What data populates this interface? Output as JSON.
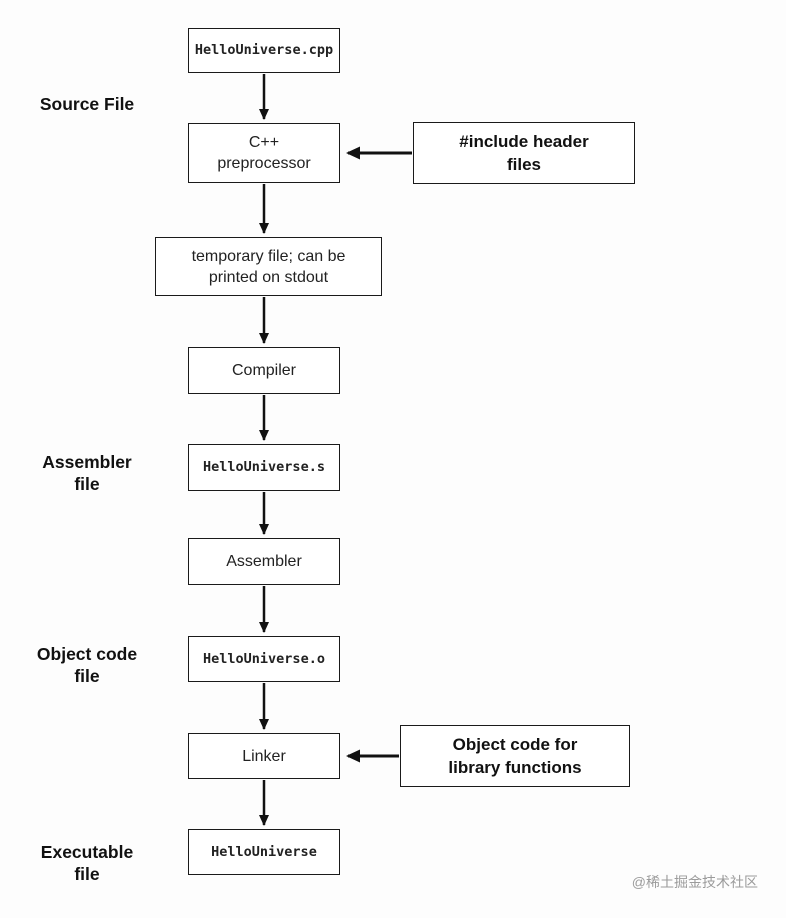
{
  "diagram": {
    "nodes": {
      "source_file": {
        "text": "HelloUniverse.cpp"
      },
      "preprocessor": {
        "line1": "C++",
        "line2": "preprocessor"
      },
      "include_headers": {
        "line1": "#include header",
        "line2": "files"
      },
      "temp_file": {
        "line1": "temporary file; can be",
        "line2": "printed on stdout"
      },
      "compiler": {
        "text": "Compiler"
      },
      "assembly_file": {
        "text": "HelloUniverse.s"
      },
      "assembler": {
        "text": "Assembler"
      },
      "object_file": {
        "text": "HelloUniverse.o"
      },
      "linker": {
        "text": "Linker"
      },
      "object_lib": {
        "line1": "Object code for",
        "line2": "library functions"
      },
      "executable": {
        "text": "HelloUniverse"
      }
    },
    "side_labels": {
      "source": {
        "line1": "Source File"
      },
      "assembler": {
        "line1": "Assembler",
        "line2": "file"
      },
      "object": {
        "line1": "Object code",
        "line2": "file"
      },
      "executable": {
        "line1": "Executable",
        "line2": "file"
      }
    },
    "colors": {
      "arrow": "#111111",
      "box_border": "#1a1a1a",
      "background": "#fdfdfd",
      "watermark_text": "#9b9b9b"
    }
  },
  "watermark": "@稀土掘金技术社区"
}
